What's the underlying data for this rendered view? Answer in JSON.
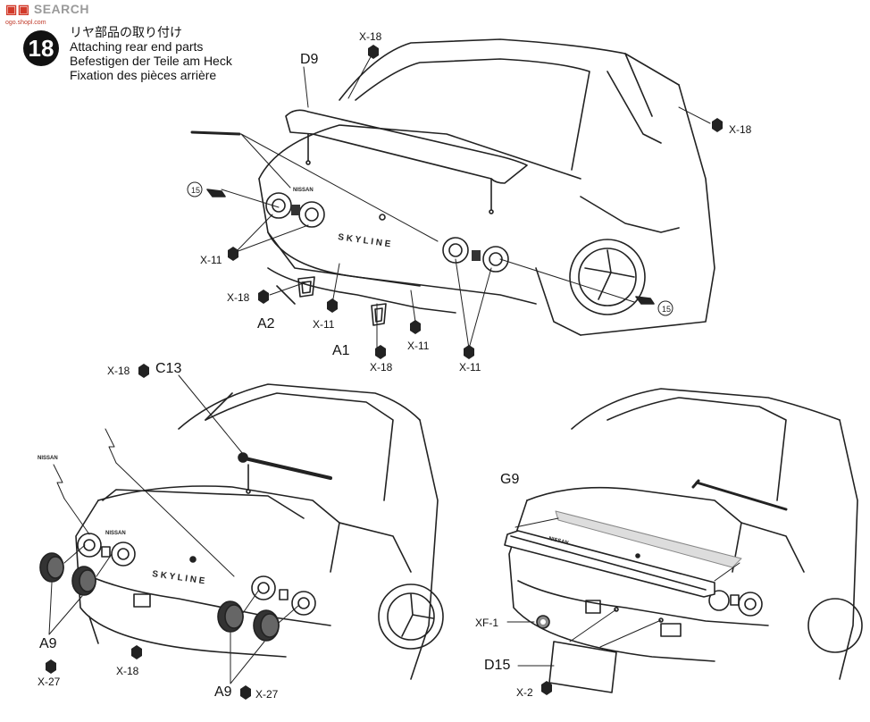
{
  "watermark": {
    "site": "SEARCH",
    "url": "ogo.shopl.com"
  },
  "step": {
    "number": "18",
    "title_ja": "リヤ部品の取り付け",
    "title_en": "Attaching rear end parts",
    "title_de": "Befestigen der Teile am Heck",
    "title_fr": "Fixation des pièces arrière"
  },
  "car_text": {
    "nissan": "NISSAN",
    "skyline": "S K Y L I N E"
  },
  "panel_top": {
    "labels": {
      "x18_a": "X-18",
      "d9": "D9",
      "x18_b": "X-18",
      "ref15_a": "15",
      "x11_a": "X-11",
      "x18_c": "X-18",
      "a2": "A2",
      "x11_b": "X-11",
      "a1": "A1",
      "x18_d": "X-18",
      "x11_c": "X-11",
      "x11_d": "X-11",
      "ref15_b": "15"
    }
  },
  "panel_left": {
    "labels": {
      "x18_a": "X-18",
      "c13": "C13",
      "a9_a": "A9",
      "x27_a": "X-27",
      "x18_b": "X-18",
      "a9_b": "A9",
      "x27_b": "X-27"
    }
  },
  "panel_right": {
    "labels": {
      "g9": "G9",
      "xf1": "XF-1",
      "d15": "D15",
      "x2": "X-2"
    }
  }
}
